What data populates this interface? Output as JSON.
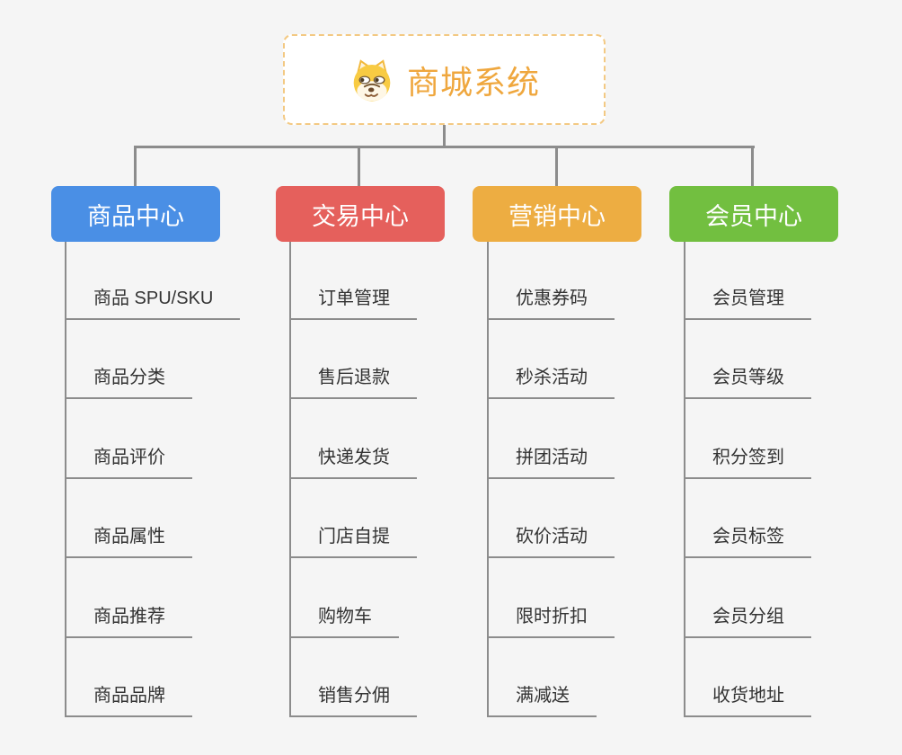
{
  "canvas": {
    "background_color": "#F5F5F5",
    "connector_color": "#8C8C8C"
  },
  "root": {
    "title": "商城系统",
    "icon": "dog-face-icon",
    "text_color": "#EFA73E",
    "border_color": "#F3C983"
  },
  "branches": [
    {
      "id": "product-center",
      "label": "商品中心",
      "color": "#4A8FE5",
      "items": [
        "商品 SPU/SKU",
        "商品分类",
        "商品评价",
        "商品属性",
        "商品推荐",
        "商品品牌"
      ]
    },
    {
      "id": "trade-center",
      "label": "交易中心",
      "color": "#E5605C",
      "items": [
        "订单管理",
        "售后退款",
        "快递发货",
        "门店自提",
        "购物车",
        "销售分佣"
      ]
    },
    {
      "id": "marketing-center",
      "label": "营销中心",
      "color": "#EDAD42",
      "items": [
        "优惠券码",
        "秒杀活动",
        "拼团活动",
        "砍价活动",
        "限时折扣",
        "满减送"
      ]
    },
    {
      "id": "member-center",
      "label": "会员中心",
      "color": "#72BF40",
      "items": [
        "会员管理",
        "会员等级",
        "积分签到",
        "会员标签",
        "会员分组",
        "收货地址"
      ]
    }
  ]
}
